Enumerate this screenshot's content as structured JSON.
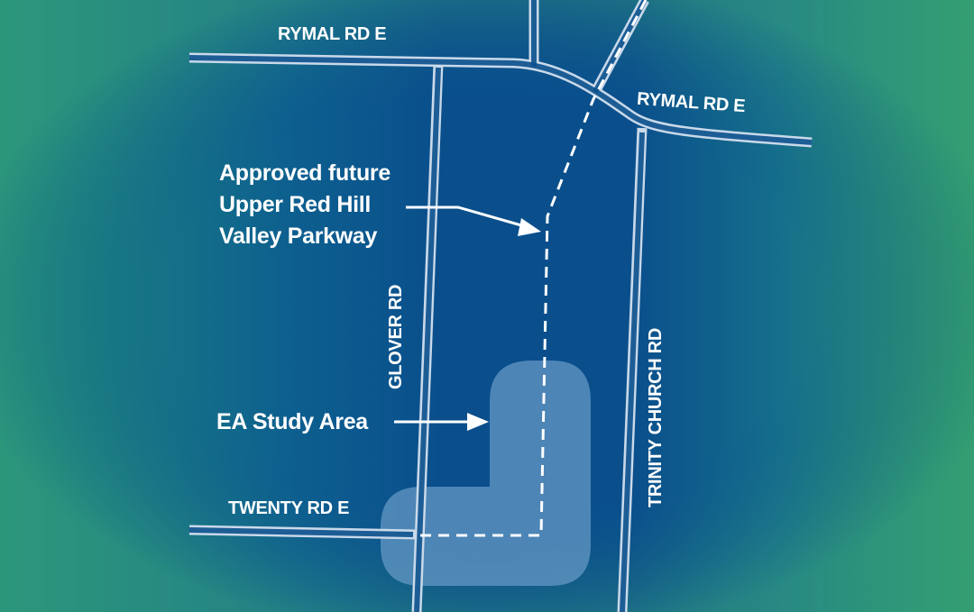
{
  "colors": {
    "map_center": "#0a4f8c",
    "edge_left": "#1e8a80",
    "edge_right": "#2f9a6a",
    "road": "#c9d9ea",
    "study_area": "#6a9cc8"
  },
  "roads": {
    "rymal_west": "RYMAL RD E",
    "rymal_east": "RYMAL RD E",
    "glover": "GLOVER RD",
    "trinity": "TRINITY CHURCH RD",
    "twenty": "TWENTY RD E"
  },
  "callouts": {
    "parkway": [
      "Approved future",
      "Upper Red Hill",
      "Valley Parkway"
    ],
    "study_area": "EA Study Area"
  }
}
